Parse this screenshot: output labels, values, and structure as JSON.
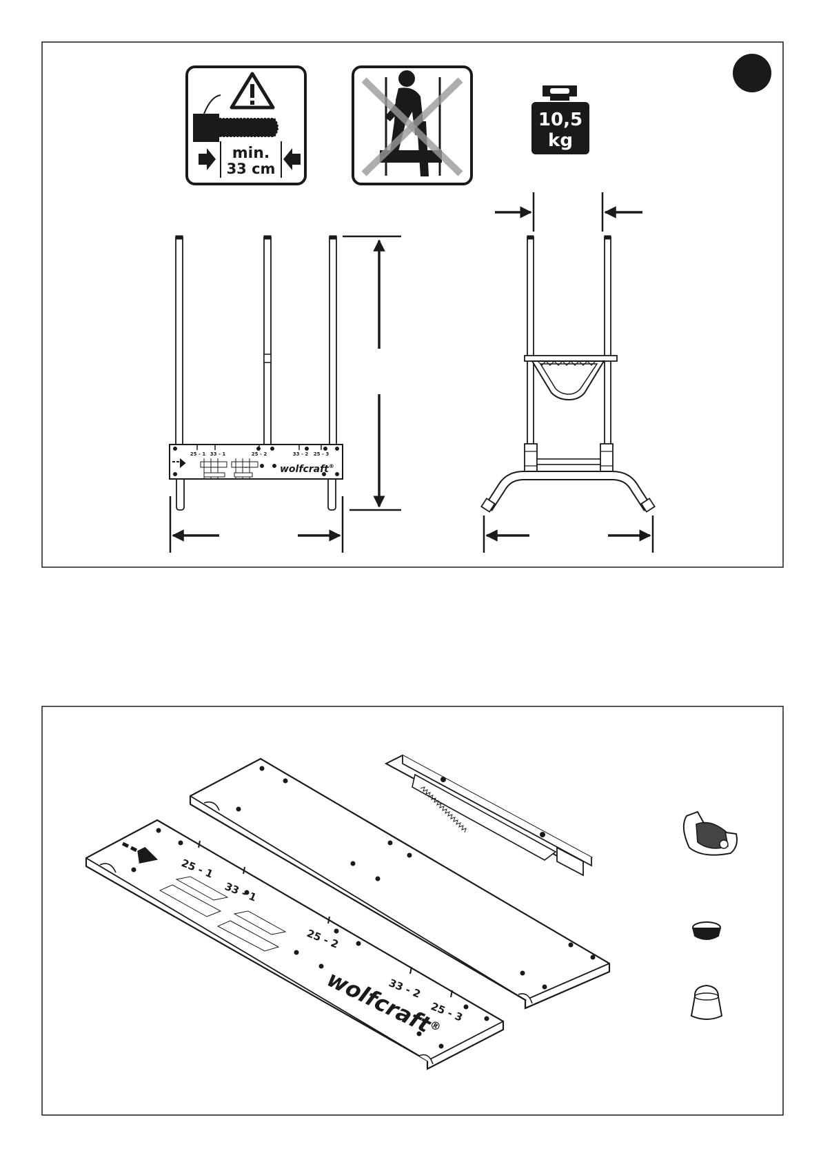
{
  "icons": {
    "saw_warning": {
      "line1": "min.",
      "line2": "33 cm",
      "icon": "chainsaw-warning-icon"
    },
    "no_standing": {
      "icon": "no-standing-prohibition-icon"
    },
    "weight": {
      "line1": "10,5",
      "line2": "kg",
      "icon": "weight-icon"
    }
  },
  "front_view": {
    "slot_labels": [
      "25 - 1",
      "33 - 1",
      "25 - 2",
      "33 - 2",
      "25 - 3"
    ],
    "brand": "wolfcraft",
    "registered": "®"
  },
  "parts": {
    "board_labels": [
      "25 - 1",
      "33 - 1",
      "25 - 2",
      "33 - 2",
      "25 - 3"
    ],
    "brand": "wolfcraft",
    "registered": "®"
  },
  "colors": {
    "ink": "#1a1a1a",
    "paper": "#ffffff"
  }
}
